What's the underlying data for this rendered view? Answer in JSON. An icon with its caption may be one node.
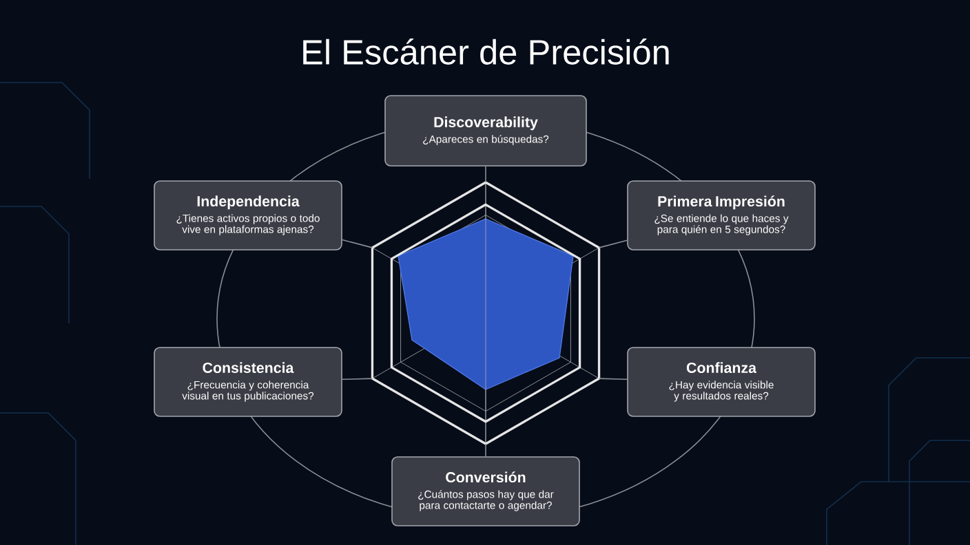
{
  "diagram": {
    "title": "El Escáner de Precisión",
    "nodes": [
      {
        "text": [
          "Discoverability",
          "¿Apareces en búsquedas?"
        ]
      },
      {
        "text": [
          "Independencia",
          "¿Tienes activos propios o todo vive en plataformas ajenas?"
        ]
      },
      {
        "text": [
          "Primera Impresión",
          "¿Se entiende lo que haces y para quién en 5 segundos?"
        ]
      },
      {
        "text": [
          "Consistencia",
          "¿Frecuencia y coherencia visual en tus publicaciones?"
        ]
      },
      {
        "text": [
          "Confianza",
          "¿Hay evidencia visible y resultados reales?"
        ]
      },
      {
        "text": [
          "Conversión",
          "¿Cuántos pasos hay que dar para contactarte o agendar?"
        ]
      },
      {
        "text": [],
        "shape": "hexagon"
      }
    ],
    "edges": [
      {
        "from": 6,
        "to": 0,
        "arrow": "none"
      },
      {
        "from": 6,
        "to": 1,
        "arrow": "none"
      },
      {
        "from": 6,
        "to": 2,
        "arrow": "none"
      },
      {
        "from": 6,
        "to": 3,
        "arrow": "none"
      },
      {
        "from": 6,
        "to": 4,
        "arrow": "none"
      },
      {
        "from": 6,
        "to": 5,
        "arrow": "none"
      }
    ]
  }
}
